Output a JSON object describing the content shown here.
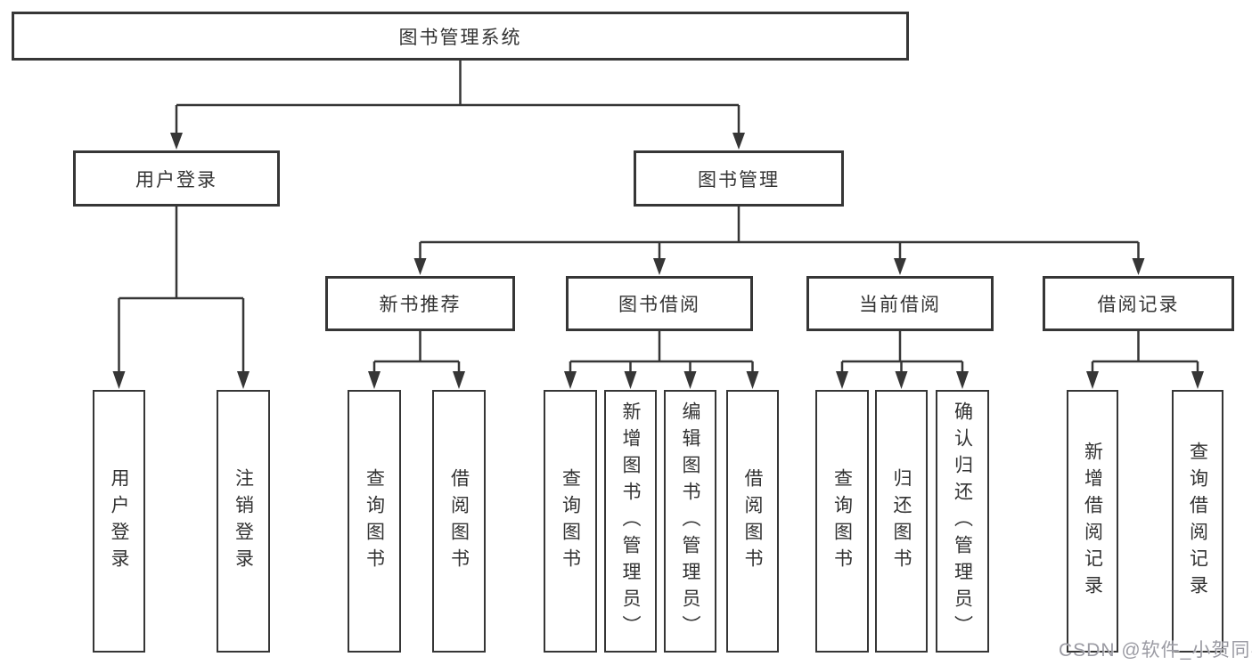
{
  "colors": {
    "line": "#363636",
    "text": "#333333",
    "watermark": "#9b9ba3",
    "background": "#ffffff"
  },
  "watermark": "CSDN @软件_小贺同学",
  "tree": {
    "root": {
      "label": "图书管理系统",
      "children": [
        {
          "label": "用户登录",
          "children": [
            {
              "label": "用户登录"
            },
            {
              "label": "注销登录"
            }
          ]
        },
        {
          "label": "图书管理",
          "children": [
            {
              "label": "新书推荐",
              "children": [
                {
                  "label": "查询图书"
                },
                {
                  "label": "借阅图书"
                }
              ]
            },
            {
              "label": "图书借阅",
              "children": [
                {
                  "label": "查询图书"
                },
                {
                  "label": "新增图书（管理员）"
                },
                {
                  "label": "编辑图书（管理员）"
                },
                {
                  "label": "借阅图书"
                }
              ]
            },
            {
              "label": "当前借阅",
              "children": [
                {
                  "label": "查询图书"
                },
                {
                  "label": "归还图书"
                },
                {
                  "label": "确认归还（管理员）"
                }
              ]
            },
            {
              "label": "借阅记录",
              "children": [
                {
                  "label": "新增借阅记录"
                },
                {
                  "label": "查询借阅记录"
                }
              ]
            }
          ]
        }
      ]
    }
  }
}
